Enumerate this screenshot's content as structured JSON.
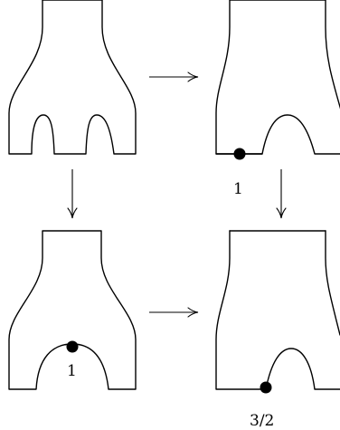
{
  "diagram": {
    "panels": [
      {
        "id": "top-left",
        "shape": "pants-two-holes",
        "marker": null,
        "label": ""
      },
      {
        "id": "top-right",
        "shape": "pants-one-hole",
        "marker": "on-bottom-edge",
        "label": "1"
      },
      {
        "id": "bottom-left",
        "shape": "pants-one-hole",
        "marker": "on-arch-top",
        "label": "1"
      },
      {
        "id": "bottom-right",
        "shape": "pants-one-hole",
        "marker": "on-arch-foot",
        "label": "3/2"
      }
    ],
    "arrows": [
      {
        "from": "top-left",
        "to": "top-right",
        "direction": "right"
      },
      {
        "from": "top-left",
        "to": "bottom-left",
        "direction": "down"
      },
      {
        "from": "top-right",
        "to": "bottom-right",
        "direction": "down"
      },
      {
        "from": "bottom-left",
        "to": "bottom-right",
        "direction": "right"
      }
    ],
    "labels": {
      "top_right": "1",
      "bottom_left": "1",
      "bottom_right": "3/2"
    },
    "colors": {
      "stroke": "#000000",
      "marker": "#000000",
      "background": "#ffffff"
    }
  }
}
